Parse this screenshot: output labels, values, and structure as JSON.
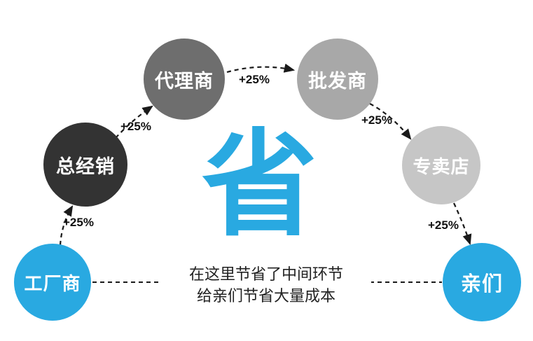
{
  "diagram": {
    "nodes": [
      {
        "id": "factory",
        "label": "工厂商",
        "color": "#29a9e1"
      },
      {
        "id": "general-distributor",
        "label": "总经销",
        "color": "#333333"
      },
      {
        "id": "agent",
        "label": "代理商",
        "color": "#6e6e6e"
      },
      {
        "id": "wholesaler",
        "label": "批发商",
        "color": "#a8a8a8"
      },
      {
        "id": "specialty-store",
        "label": "专卖店",
        "color": "#c6c6c6"
      },
      {
        "id": "customers",
        "label": "亲们",
        "color": "#29a9e1"
      }
    ],
    "percents": [
      "+25%",
      "+25%",
      "+25%",
      "+25%",
      "+25%"
    ],
    "center_char": "省",
    "caption": {
      "line1": "在这里节省了中间环节",
      "line2": "给亲们节省大量成本"
    },
    "accent_blue": "#29a9e1",
    "arrow_color": "#1a1a1a"
  }
}
